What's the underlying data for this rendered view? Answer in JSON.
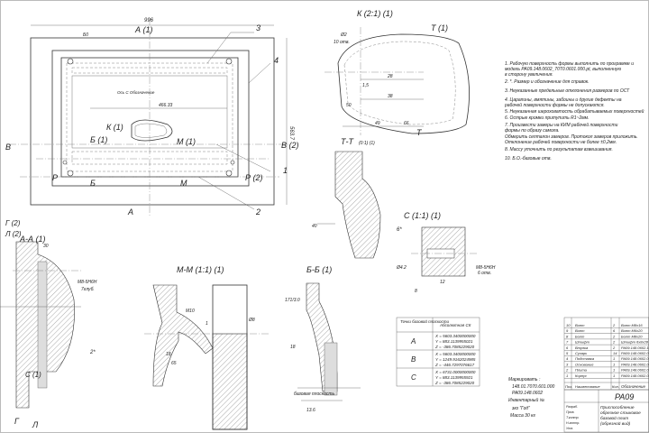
{
  "main_view": {
    "dim_width": "996",
    "dim_height": "563.7",
    "dim_inner": "466.33",
    "section_a_top": "А (1)",
    "section_a_bottom": "А",
    "section_b_left": "Б (1)",
    "section_b_right": "Б",
    "section_m_top": "М (1)",
    "section_m_bottom": "М",
    "section_v_left": "В",
    "section_v_right": "В (2)",
    "section_p_left": "Р",
    "section_p_right": "Р (2)",
    "view_k": "К (1)",
    "note_label": "Ось С Обозначение",
    "callouts": [
      "1",
      "2",
      "3",
      "4"
    ],
    "hole_label": "Б0"
  },
  "view_k": {
    "title": "К (2:1) (1)",
    "view_t": "Т (1)",
    "section_tt": "Т-Т",
    "section_tt_scale": "(0:1) (1)",
    "label_t": "Т",
    "dims": [
      "Ø2",
      "10 отв.",
      "28",
      "38",
      "1,5",
      "50",
      "66",
      "49"
    ]
  },
  "notes": [
    "1. Рабочую поверхность формы выполнить по программе и",
    "   модель РА09.148.0602_70Т0.0601.000.pt, выполненную",
    "   в сторону увеличения.",
    "2. *. Размер и обозначение для справок.",
    "3. Неуказанные предельные отклонения размеров по ОСТ",
    "4. Царапины, вмятины, забоины и другие дефекты на",
    "   рабочей поверхности формы не допускаются.",
    "5. Неуказанная шероховатость обрабатываемых поверхностей",
    "6. Острые кромки притупить R1~2мм.",
    "7. Произвести замеры на КИМ рабочей поверхности",
    "   формы по образу самола.",
    "   Обмерить септалон замеров.   Протокол замеров приложить.",
    "   Отклонение рабочей поверхности не более ±0,2мм.",
    "8. Массу уточнить по результатам взвешивания.",
    "10. Б.О.-базовые отв."
  ],
  "sections": {
    "aa": "А-А (1)",
    "g_label": "Г (2)",
    "l_label": "Л (2)",
    "c_label": "С (1)",
    "g_bottom": "Г",
    "l_bottom": "Л",
    "aa_dims": [
      "30",
      "М8-5Н6Н",
      "7глуб.",
      "2*"
    ],
    "mm": "М-М (1:1) (1)",
    "mm_dims": [
      "М10",
      "Ø8",
      "18",
      "65",
      "1"
    ],
    "bb": "Б-Б (1)",
    "bb_dims": [
      "171/3.0",
      "18",
      "13.6",
      "базовая плоскость"
    ],
    "c_view": "С (1:1) (1)",
    "c_dims": [
      "6*",
      "Ø4.2",
      "М8-5Н6Н",
      "6 отв.",
      "8",
      "12"
    ],
    "ref_dims": [
      "40"
    ]
  },
  "coord_table": {
    "headers": [
      "Точки базовой плоскости",
      "Абсолютная СК"
    ],
    "rows": [
      {
        "point": "А",
        "coords": [
          "X = 5603.3400000000",
          "Y = 883.1139955021",
          "Z = -386.7085229020"
        ]
      },
      {
        "point": "В",
        "coords": [
          "X = 5603.3400000000",
          "Y = 1249.9162024985",
          "Z = -446.7297076617"
        ]
      },
      {
        "point": "С",
        "coords": [
          "X = 6731.0000000000",
          "Y = 883.1139955921",
          "Z = -386.7085229020"
        ]
      }
    ]
  },
  "marking": [
    "Маркировать :",
    "148.01.7070.601.000",
    "РА09.148.0602",
    "Инвентарный №",
    "зкз \"Год\"",
    "Масса 30 кг"
  ],
  "spec": {
    "rows": [
      [
        "10",
        "Винт",
        "2",
        "Винт М8х16"
      ],
      [
        "9",
        "Винт",
        "6",
        "Винт М6х20"
      ],
      [
        "8",
        "Болт",
        "2",
        "Болт М8х20"
      ],
      [
        "7",
        "Штифт",
        "2",
        "Штифт 6х8х28"
      ],
      [
        "6",
        "Втулка",
        "2",
        "РА09.148.0602.10"
      ],
      [
        "5",
        "Сухарь",
        "14",
        "РА09.148.0602.07"
      ],
      [
        "4",
        "Подставка",
        "1",
        "РА09.148.0602.06"
      ],
      [
        "3",
        "Основание",
        "1",
        "РА09.148.0602.05"
      ],
      [
        "2",
        "Плита",
        "1",
        "РА09.148.0602.02"
      ],
      [
        "1",
        "Корпус",
        "1",
        "РА09.148.0602.01"
      ]
    ],
    "header": [
      "Поз.",
      "Наименование",
      "Кол.",
      "Обозначение"
    ]
  },
  "title_block": {
    "code": "РА09",
    "name_lines": [
      "Приспособление",
      "обрезное стыковое",
      "базовой плит",
      "(обрезной вид)"
    ],
    "roles": [
      "Разраб.",
      "Пров.",
      "Т.контр.",
      "Н.контр.",
      "Утв."
    ]
  }
}
